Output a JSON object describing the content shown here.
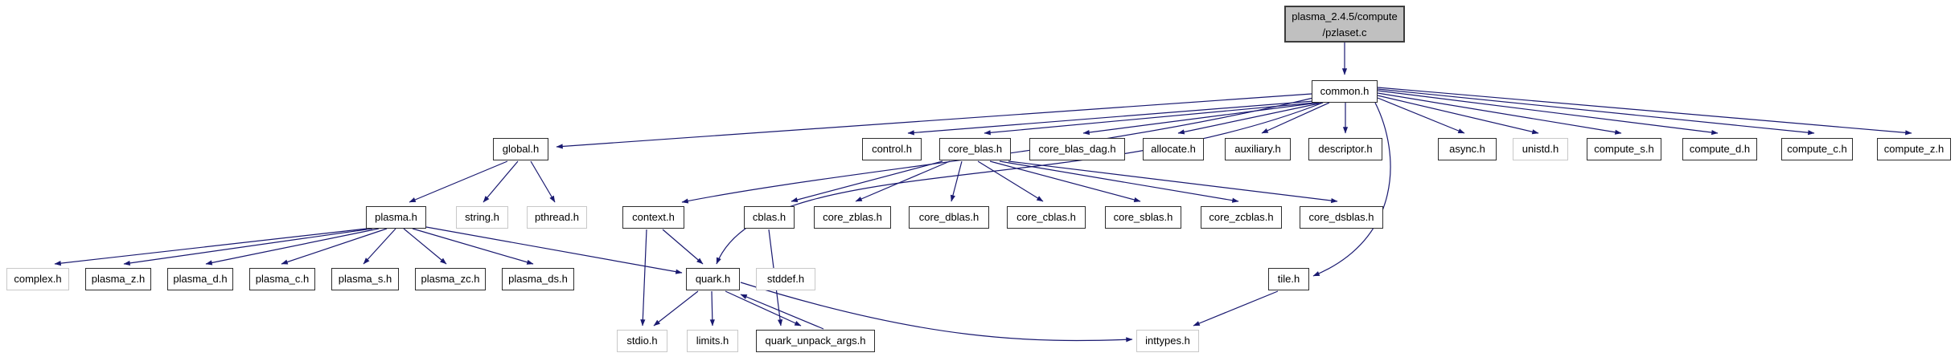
{
  "graph": {
    "type": "include-dependency-graph",
    "edge_color": "#191970",
    "root_fill": "#c0c0c0",
    "nodes": {
      "pzlaset_c": {
        "line1": "plasma_2.4.5/compute",
        "line2": "/pzlaset.c",
        "label": "plasma_2.4.5/compute/pzlaset.c",
        "kind": "source-file"
      },
      "common_h": {
        "label": "common.h",
        "kind": "project-header"
      },
      "global_h": {
        "label": "global.h",
        "kind": "project-header"
      },
      "control_h": {
        "label": "control.h",
        "kind": "project-header"
      },
      "core_blas_h": {
        "label": "core_blas.h",
        "kind": "project-header"
      },
      "core_blas_dag_h": {
        "label": "core_blas_dag.h",
        "kind": "project-header"
      },
      "allocate_h": {
        "label": "allocate.h",
        "kind": "project-header"
      },
      "auxiliary_h": {
        "label": "auxiliary.h",
        "kind": "project-header"
      },
      "descriptor_h": {
        "label": "descriptor.h",
        "kind": "project-header"
      },
      "async_h": {
        "label": "async.h",
        "kind": "project-header"
      },
      "unistd_h": {
        "label": "unistd.h",
        "kind": "system-header"
      },
      "compute_s_h": {
        "label": "compute_s.h",
        "kind": "project-header"
      },
      "compute_d_h": {
        "label": "compute_d.h",
        "kind": "project-header"
      },
      "compute_c_h": {
        "label": "compute_c.h",
        "kind": "project-header"
      },
      "compute_z_h": {
        "label": "compute_z.h",
        "kind": "project-header"
      },
      "plasma_h": {
        "label": "plasma.h",
        "kind": "project-header"
      },
      "string_h": {
        "label": "string.h",
        "kind": "system-header"
      },
      "pthread_h": {
        "label": "pthread.h",
        "kind": "system-header"
      },
      "context_h": {
        "label": "context.h",
        "kind": "project-header"
      },
      "cblas_h": {
        "label": "cblas.h",
        "kind": "project-header"
      },
      "core_zblas_h": {
        "label": "core_zblas.h",
        "kind": "project-header"
      },
      "core_dblas_h": {
        "label": "core_dblas.h",
        "kind": "project-header"
      },
      "core_cblas_h": {
        "label": "core_cblas.h",
        "kind": "project-header"
      },
      "core_sblas_h": {
        "label": "core_sblas.h",
        "kind": "project-header"
      },
      "core_zcblas_h": {
        "label": "core_zcblas.h",
        "kind": "project-header"
      },
      "core_dsblas_h": {
        "label": "core_dsblas.h",
        "kind": "project-header"
      },
      "complex_h": {
        "label": "complex.h",
        "kind": "system-header"
      },
      "plasma_z_h": {
        "label": "plasma_z.h",
        "kind": "project-header"
      },
      "plasma_d_h": {
        "label": "plasma_d.h",
        "kind": "project-header"
      },
      "plasma_c_h": {
        "label": "plasma_c.h",
        "kind": "project-header"
      },
      "plasma_s_h": {
        "label": "plasma_s.h",
        "kind": "project-header"
      },
      "plasma_zc_h": {
        "label": "plasma_zc.h",
        "kind": "project-header"
      },
      "plasma_ds_h": {
        "label": "plasma_ds.h",
        "kind": "project-header"
      },
      "quark_h": {
        "label": "quark.h",
        "kind": "project-header"
      },
      "stddef_h": {
        "label": "stddef.h",
        "kind": "system-header"
      },
      "tile_h": {
        "label": "tile.h",
        "kind": "project-header"
      },
      "stdio_h": {
        "label": "stdio.h",
        "kind": "system-header"
      },
      "limits_h": {
        "label": "limits.h",
        "kind": "system-header"
      },
      "quark_unpack_args_h": {
        "label": "quark_unpack_args.h",
        "kind": "project-header"
      },
      "inttypes_h": {
        "label": "inttypes.h",
        "kind": "system-header"
      }
    },
    "edges": [
      {
        "from": "plasma_2.4.5/compute/pzlaset.c",
        "to": "common.h"
      },
      {
        "from": "common.h",
        "to": "global.h"
      },
      {
        "from": "common.h",
        "to": "control.h"
      },
      {
        "from": "common.h",
        "to": "core_blas.h"
      },
      {
        "from": "common.h",
        "to": "core_blas_dag.h"
      },
      {
        "from": "common.h",
        "to": "allocate.h"
      },
      {
        "from": "common.h",
        "to": "auxiliary.h"
      },
      {
        "from": "common.h",
        "to": "descriptor.h"
      },
      {
        "from": "common.h",
        "to": "async.h"
      },
      {
        "from": "common.h",
        "to": "unistd.h"
      },
      {
        "from": "common.h",
        "to": "compute_s.h"
      },
      {
        "from": "common.h",
        "to": "compute_d.h"
      },
      {
        "from": "common.h",
        "to": "compute_c.h"
      },
      {
        "from": "common.h",
        "to": "compute_z.h"
      },
      {
        "from": "common.h",
        "to": "context.h"
      },
      {
        "from": "common.h",
        "to": "quark.h"
      },
      {
        "from": "common.h",
        "to": "tile.h"
      },
      {
        "from": "global.h",
        "to": "plasma.h"
      },
      {
        "from": "global.h",
        "to": "string.h"
      },
      {
        "from": "global.h",
        "to": "pthread.h"
      },
      {
        "from": "plasma.h",
        "to": "complex.h"
      },
      {
        "from": "plasma.h",
        "to": "plasma_z.h"
      },
      {
        "from": "plasma.h",
        "to": "plasma_d.h"
      },
      {
        "from": "plasma.h",
        "to": "plasma_c.h"
      },
      {
        "from": "plasma.h",
        "to": "plasma_s.h"
      },
      {
        "from": "plasma.h",
        "to": "plasma_zc.h"
      },
      {
        "from": "plasma.h",
        "to": "plasma_ds.h"
      },
      {
        "from": "plasma.h",
        "to": "quark.h"
      },
      {
        "from": "context.h",
        "to": "stdio.h"
      },
      {
        "from": "context.h",
        "to": "quark.h"
      },
      {
        "from": "cblas.h",
        "to": "stddef.h"
      },
      {
        "from": "core_blas.h",
        "to": "cblas.h"
      },
      {
        "from": "core_blas.h",
        "to": "core_zblas.h"
      },
      {
        "from": "core_blas.h",
        "to": "core_dblas.h"
      },
      {
        "from": "core_blas.h",
        "to": "core_cblas.h"
      },
      {
        "from": "core_blas.h",
        "to": "core_sblas.h"
      },
      {
        "from": "core_blas.h",
        "to": "core_zcblas.h"
      },
      {
        "from": "core_blas.h",
        "to": "core_dsblas.h"
      },
      {
        "from": "quark.h",
        "to": "stdio.h"
      },
      {
        "from": "quark.h",
        "to": "limits.h"
      },
      {
        "from": "quark.h",
        "to": "quark_unpack_args.h"
      },
      {
        "from": "quark.h",
        "to": "inttypes.h"
      },
      {
        "from": "quark_unpack_args.h",
        "to": "quark.h"
      },
      {
        "from": "tile.h",
        "to": "inttypes.h"
      }
    ]
  }
}
